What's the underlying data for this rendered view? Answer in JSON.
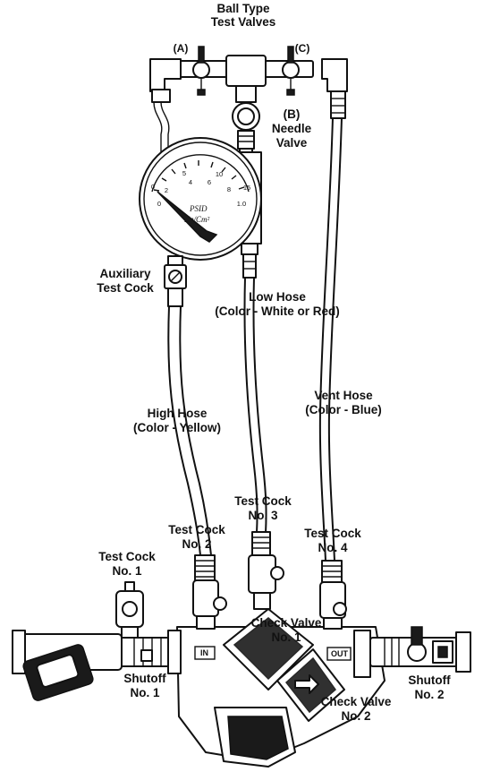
{
  "labels": {
    "ball_valves_line1": "Ball Type",
    "ball_valves_line2": "Test Valves",
    "valve_a": "(A)",
    "valve_c": "(C)",
    "needle_b": "(B)",
    "needle_line1": "Needle",
    "needle_line2": "Valve",
    "aux_line1": "Auxiliary",
    "aux_line2": "Test Cock",
    "low_hose_line1": "Low Hose",
    "low_hose_line2": "(Color - White or Red)",
    "vent_hose_line1": "Vent Hose",
    "vent_hose_line2": "(Color - Blue)",
    "high_hose_line1": "High Hose",
    "high_hose_line2": "(Color - Yellow)",
    "tc3_line1": "Test Cock",
    "tc3_line2": "No. 3",
    "tc2_line1": "Test Cock",
    "tc2_line2": "No. 2",
    "tc4_line1": "Test Cock",
    "tc4_line2": "No. 4",
    "tc1_line1": "Test Cock",
    "tc1_line2": "No. 1",
    "cv1_line1": "Check Valve",
    "cv1_line2": "No. 1",
    "cv2_line1": "Check Valve",
    "cv2_line2": "No. 2",
    "shutoff1_line1": "Shutoff",
    "shutoff1_line2": "No. 1",
    "shutoff2_line1": "Shutoff",
    "shutoff2_line2": "No. 2"
  },
  "gauge": {
    "scale_outer": [
      "0",
      "5",
      "10",
      "15"
    ],
    "scale_inner": [
      "0",
      "2",
      "4",
      "6",
      "8",
      "1.0"
    ],
    "unit_line1": "PSID",
    "unit_line2": "Kg/Cm²"
  },
  "body_markings": {
    "inlet": "IN",
    "outlet": "OUT"
  }
}
